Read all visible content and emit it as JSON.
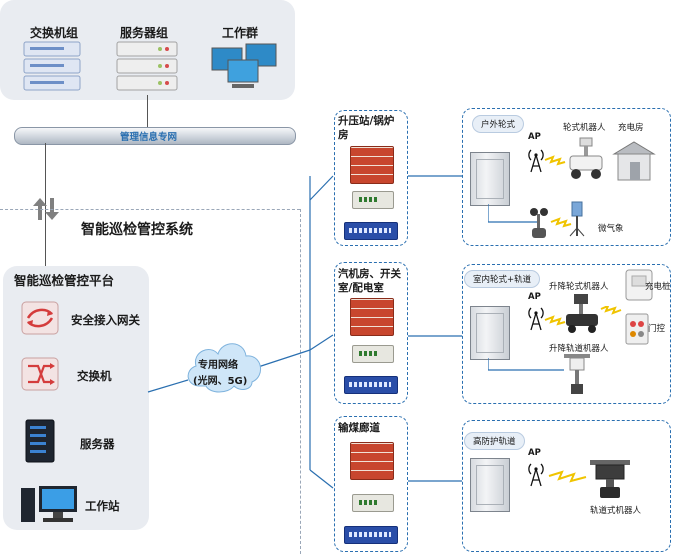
{
  "top_group": {
    "switch_group_label": "交换机组",
    "server_group_label": "服务器组",
    "workgroup_label": "工作群"
  },
  "bus": {
    "label": "管理信息专网"
  },
  "system": {
    "title": "智能巡检管控系统"
  },
  "platform": {
    "title": "智能巡检管控平台",
    "items": [
      {
        "label": "安全接入网关",
        "icon": "security-gateway-icon"
      },
      {
        "label": "交换机",
        "icon": "switch-icon"
      },
      {
        "label": "服务器",
        "icon": "server-icon"
      },
      {
        "label": "工作站",
        "icon": "workstation-icon"
      }
    ]
  },
  "network": {
    "label_line1": "专用网络",
    "label_line2": "(光网、5G)"
  },
  "stations": [
    {
      "title_line1": "升压站/锅炉",
      "title_line2": "房"
    },
    {
      "title_line1": "汽机房、开关",
      "title_line2": "室/配电室"
    },
    {
      "title_line1": "输煤廊道",
      "title_line2": ""
    }
  ],
  "scenarios": [
    {
      "tag": "户外轮式",
      "ap": "AP",
      "robot": "轮式机器人",
      "extra1": "充电房",
      "extra2": "微气象"
    },
    {
      "tag": "室内轮式+轨道",
      "ap": "AP",
      "robot": "升降轮式机器人",
      "extra1": "充电桩",
      "extra2": "门控",
      "extra3": "升降轨道机器人"
    },
    {
      "tag": "高防护轨道",
      "ap": "AP",
      "robot": "轨道式机器人"
    }
  ],
  "colors": {
    "accent": "#2a6fb0",
    "panel": "#e9ecf1",
    "firewall": "#c8462e",
    "lightning": "#f0c400"
  }
}
